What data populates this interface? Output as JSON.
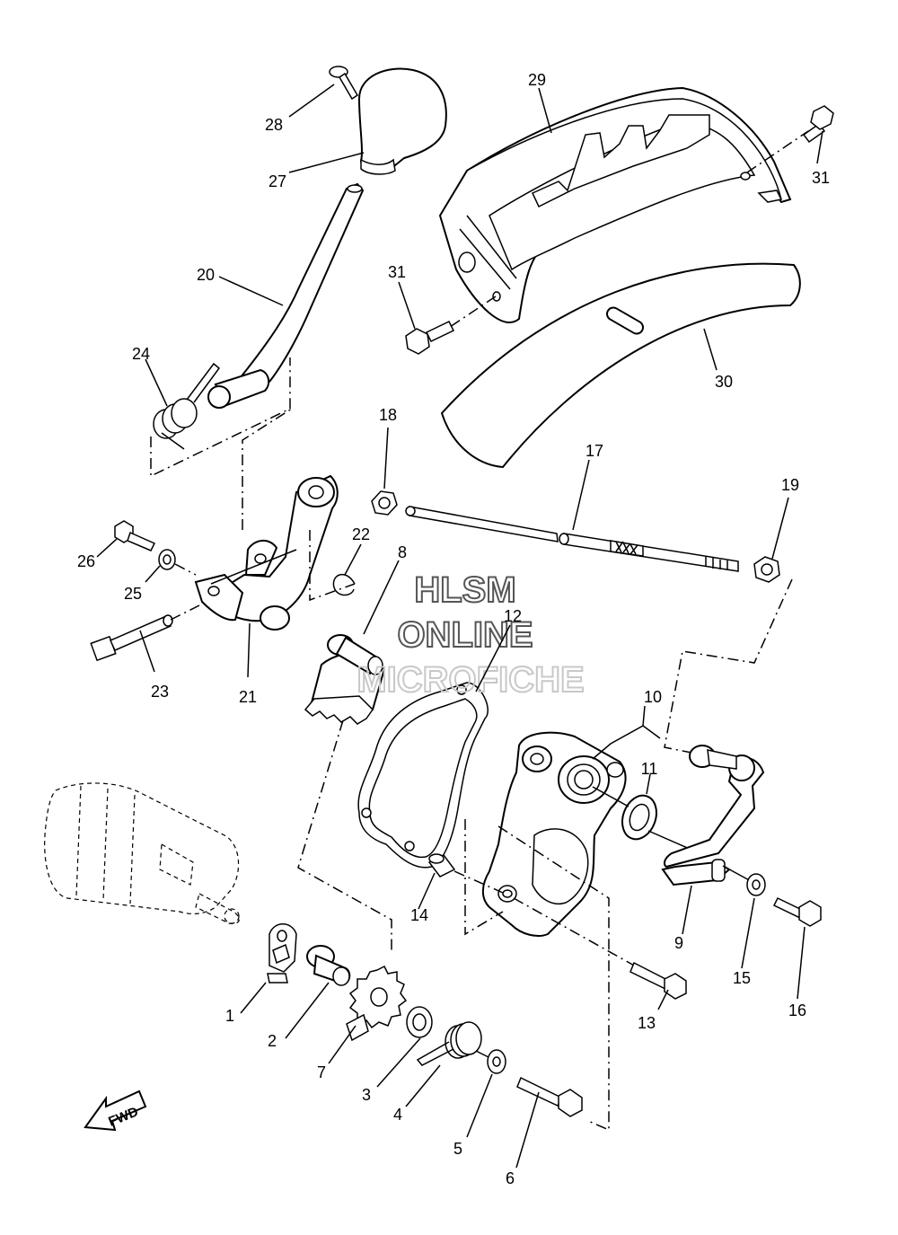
{
  "watermark": {
    "line1": "HLSM",
    "line2": "ONLINE",
    "line3": "MICROFICHE"
  },
  "direction_label": "FWD",
  "callouts": [
    {
      "id": "c1",
      "label": "1"
    },
    {
      "id": "c2",
      "label": "2"
    },
    {
      "id": "c3",
      "label": "3"
    },
    {
      "id": "c4",
      "label": "4"
    },
    {
      "id": "c5",
      "label": "5"
    },
    {
      "id": "c6",
      "label": "6"
    },
    {
      "id": "c7",
      "label": "7"
    },
    {
      "id": "c8",
      "label": "8"
    },
    {
      "id": "c9",
      "label": "9"
    },
    {
      "id": "c10",
      "label": "10"
    },
    {
      "id": "c11",
      "label": "11"
    },
    {
      "id": "c12",
      "label": "12"
    },
    {
      "id": "c13",
      "label": "13"
    },
    {
      "id": "c14",
      "label": "14"
    },
    {
      "id": "c15",
      "label": "15"
    },
    {
      "id": "c16",
      "label": "16"
    },
    {
      "id": "c17",
      "label": "17"
    },
    {
      "id": "c18",
      "label": "18"
    },
    {
      "id": "c19",
      "label": "19"
    },
    {
      "id": "c20",
      "label": "20"
    },
    {
      "id": "c21",
      "label": "21"
    },
    {
      "id": "c22",
      "label": "22"
    },
    {
      "id": "c23",
      "label": "23"
    },
    {
      "id": "c24",
      "label": "24"
    },
    {
      "id": "c25",
      "label": "25"
    },
    {
      "id": "c26",
      "label": "26"
    },
    {
      "id": "c27",
      "label": "27"
    },
    {
      "id": "c28",
      "label": "28"
    },
    {
      "id": "c29",
      "label": "29"
    },
    {
      "id": "c30",
      "label": "30"
    },
    {
      "id": "c31a",
      "label": "31"
    },
    {
      "id": "c31b",
      "label": "31"
    }
  ]
}
